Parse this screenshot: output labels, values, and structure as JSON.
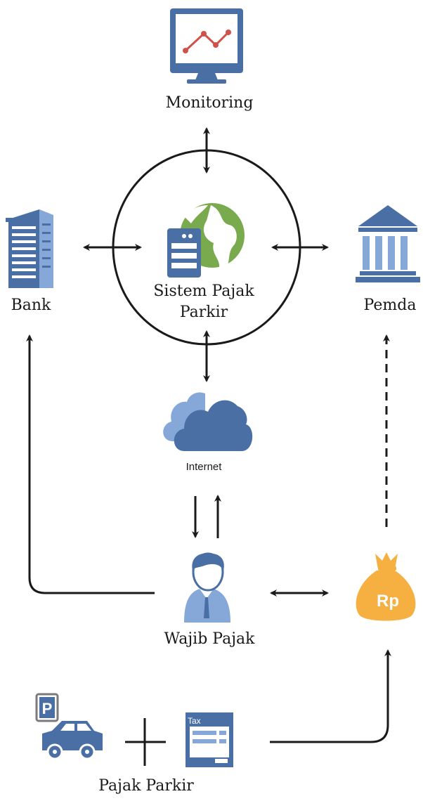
{
  "nodes": {
    "monitoring": {
      "label": "Monitoring",
      "icon": "monitor-chart-icon"
    },
    "system": {
      "label_line1": "Sistem Pajak",
      "label_line2": "Parkir",
      "icon": "server-globe-icon"
    },
    "bank": {
      "label": "Bank",
      "icon": "office-building-icon"
    },
    "pemda": {
      "label": "Pemda",
      "icon": "government-building-icon"
    },
    "internet": {
      "label": "Internet",
      "icon": "cloud-icon"
    },
    "taxpayer": {
      "label": "Wajib Pajak",
      "icon": "businessman-icon"
    },
    "money": {
      "label": "Rp",
      "icon": "money-bag-icon"
    },
    "parking_tax": {
      "label": "Pajak Parkir",
      "parking_sign": "P",
      "tax_form": "Tax",
      "icons": [
        "parking-car-icon",
        "tax-form-icon"
      ]
    }
  },
  "colors": {
    "blue": "#4a6fa5",
    "light_blue": "#86a8d8",
    "green": "#7aaa4e",
    "red": "#d0504a",
    "orange": "#f5b041",
    "dark": "#1a1a1a"
  }
}
